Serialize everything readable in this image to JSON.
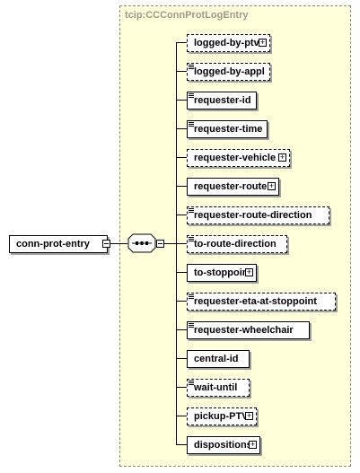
{
  "type_name": "tcip:CCConnProtLogEntry",
  "root": {
    "label": "conn-prot-entry"
  },
  "compositor": {
    "kind": "sequence"
  },
  "elements": [
    {
      "label": "logged-by-ptv",
      "optional": true,
      "expandable": true,
      "simple": false
    },
    {
      "label": "logged-by-appl",
      "optional": true,
      "expandable": false,
      "simple": true
    },
    {
      "label": "requester-id",
      "optional": false,
      "expandable": false,
      "simple": true
    },
    {
      "label": "requester-time",
      "optional": false,
      "expandable": false,
      "simple": true
    },
    {
      "label": "requester-vehicle",
      "optional": true,
      "expandable": true,
      "simple": false
    },
    {
      "label": "requester-route",
      "optional": false,
      "expandable": true,
      "simple": false
    },
    {
      "label": "requester-route-direction",
      "optional": true,
      "expandable": false,
      "simple": true
    },
    {
      "label": "to-route-direction",
      "optional": true,
      "expandable": false,
      "simple": true
    },
    {
      "label": "to-stoppoint",
      "optional": false,
      "expandable": true,
      "simple": false
    },
    {
      "label": "requester-eta-at-stoppoint",
      "optional": true,
      "expandable": false,
      "simple": true
    },
    {
      "label": "requester-wheelchair",
      "optional": false,
      "expandable": false,
      "simple": true
    },
    {
      "label": "central-id",
      "optional": false,
      "expandable": false,
      "simple": false
    },
    {
      "label": "wait-until",
      "optional": true,
      "expandable": false,
      "simple": true
    },
    {
      "label": "pickup-PTV",
      "optional": true,
      "expandable": true,
      "simple": false
    },
    {
      "label": "dispositions",
      "optional": false,
      "expandable": true,
      "simple": false
    }
  ]
}
